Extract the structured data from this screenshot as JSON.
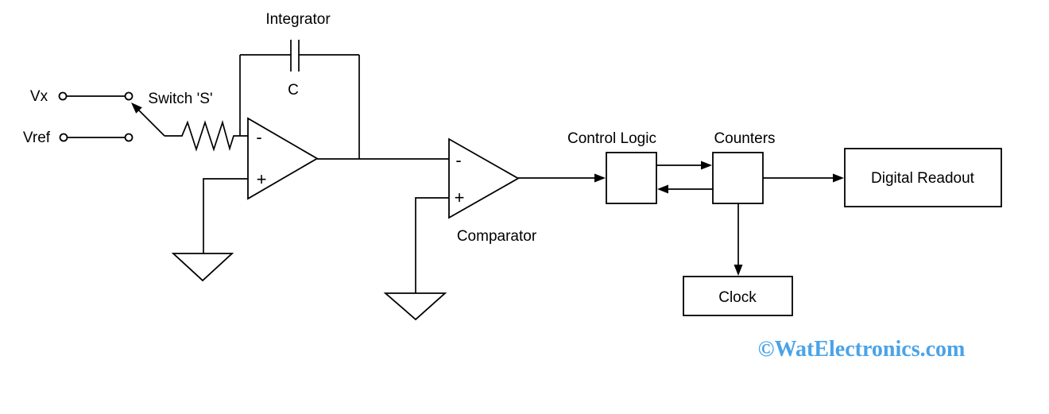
{
  "inputs": {
    "vx_label": "Vx",
    "vref_label": "Vref",
    "switch_label": "Switch 'S'"
  },
  "integrator": {
    "title": "Integrator",
    "capacitor_label": "C",
    "inverting_input": "-",
    "noninverting_input": "+"
  },
  "comparator": {
    "title": "Comparator",
    "inverting_input": "-",
    "noninverting_input": "+"
  },
  "blocks": {
    "control_logic_label": "Control Logic",
    "counters_label": "Counters",
    "digital_readout_label": "Digital Readout",
    "clock_label": "Clock"
  },
  "watermark": {
    "text": "©WatElectronics.com",
    "color": "#4AA3E8"
  },
  "colors": {
    "line": "#000000",
    "background": "#FFFFFF"
  }
}
